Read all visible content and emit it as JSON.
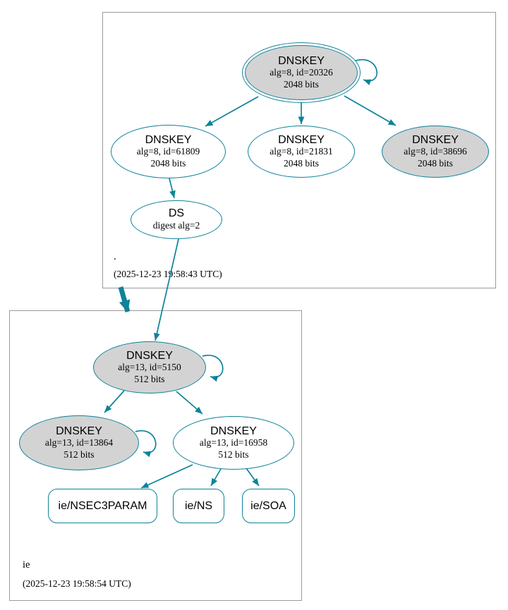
{
  "colors": {
    "edge_teal": "#0d8399",
    "ksk_fill": "#d3d3d3",
    "node_fill": "#ffffff",
    "cluster_border": "#9b9b9b"
  },
  "clusters": {
    "root": {
      "label": ".",
      "timestamp": "(2025-12-23 19:58:43 UTC)"
    },
    "ie": {
      "label": "ie",
      "timestamp": "(2025-12-23 19:58:54 UTC)"
    }
  },
  "nodes": {
    "dnskey_20326": {
      "title": "DNSKEY",
      "detail": "alg=8, id=20326",
      "bits": "2048 bits"
    },
    "dnskey_61809": {
      "title": "DNSKEY",
      "detail": "alg=8, id=61809",
      "bits": "2048 bits"
    },
    "dnskey_21831": {
      "title": "DNSKEY",
      "detail": "alg=8, id=21831",
      "bits": "2048 bits"
    },
    "dnskey_38696": {
      "title": "DNSKEY",
      "detail": "alg=8, id=38696",
      "bits": "2048 bits"
    },
    "ds": {
      "title": "DS",
      "detail": "digest alg=2"
    },
    "dnskey_5150": {
      "title": "DNSKEY",
      "detail": "alg=13, id=5150",
      "bits": "512 bits"
    },
    "dnskey_13864": {
      "title": "DNSKEY",
      "detail": "alg=13, id=13864",
      "bits": "512 bits"
    },
    "dnskey_16958": {
      "title": "DNSKEY",
      "detail": "alg=13, id=16958",
      "bits": "512 bits"
    },
    "rrset_nsec3param": {
      "label": "ie/NSEC3PARAM"
    },
    "rrset_ns": {
      "label": "ie/NS"
    },
    "rrset_soa": {
      "label": "ie/SOA"
    }
  }
}
